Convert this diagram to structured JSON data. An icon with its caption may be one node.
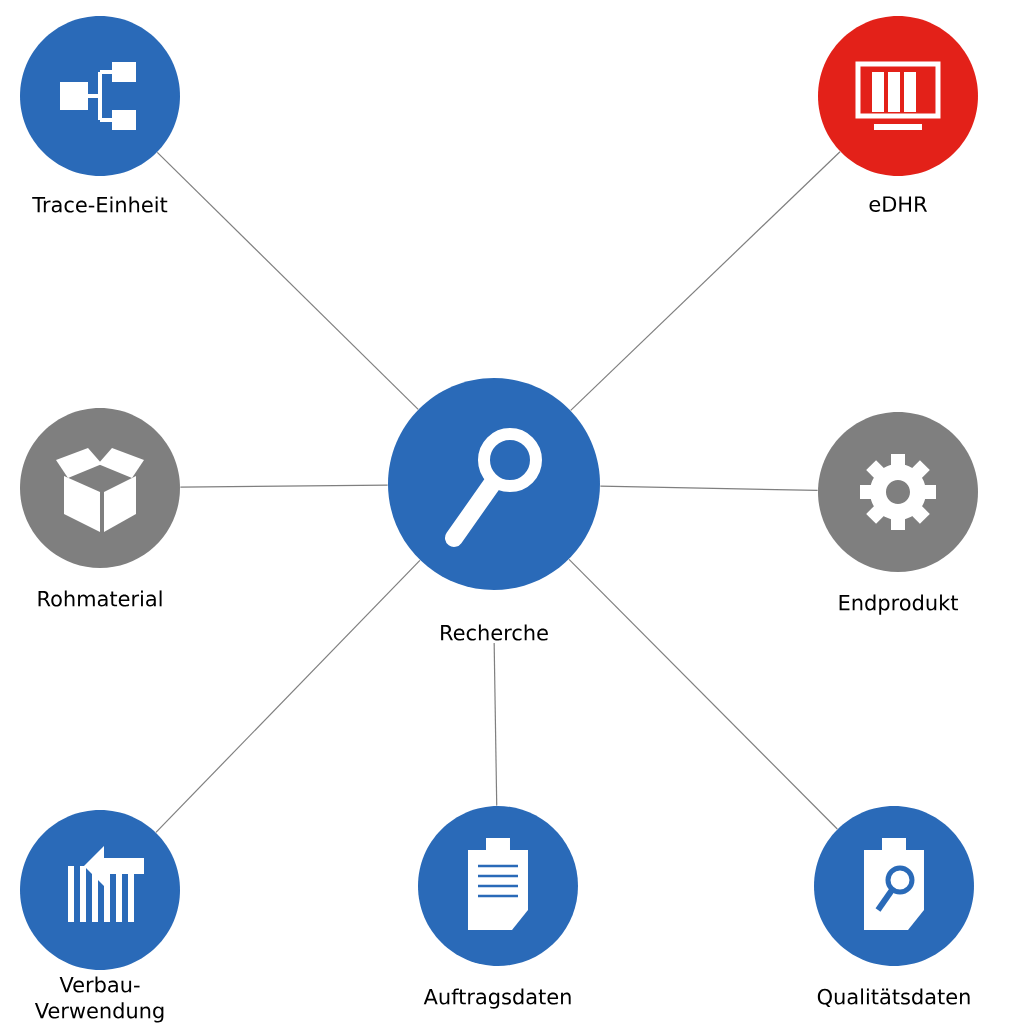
{
  "diagram": {
    "nodes": [
      {
        "text": [
          "Trace-Einheit"
        ]
      },
      {
        "text": [
          "eDHR"
        ]
      },
      {
        "text": [
          "Rohmaterial"
        ]
      },
      {
        "text": [
          "Recherche"
        ]
      },
      {
        "text": [
          "Endprodukt"
        ]
      },
      {
        "text": [
          "Verbau- Verwendung"
        ]
      },
      {
        "text": [
          "Auftragsdaten"
        ]
      },
      {
        "text": [
          "Qualitätsdaten"
        ]
      }
    ],
    "edges": [
      {
        "from": 3,
        "to": 0,
        "arrow": "none"
      },
      {
        "from": 3,
        "to": 1,
        "arrow": "none"
      },
      {
        "from": 3,
        "to": 2,
        "arrow": "none"
      },
      {
        "from": 3,
        "to": 4,
        "arrow": "none"
      },
      {
        "from": 3,
        "to": 5,
        "arrow": "none"
      },
      {
        "from": 3,
        "to": 6,
        "arrow": "none"
      },
      {
        "from": 3,
        "to": 7,
        "arrow": "none"
      }
    ]
  }
}
